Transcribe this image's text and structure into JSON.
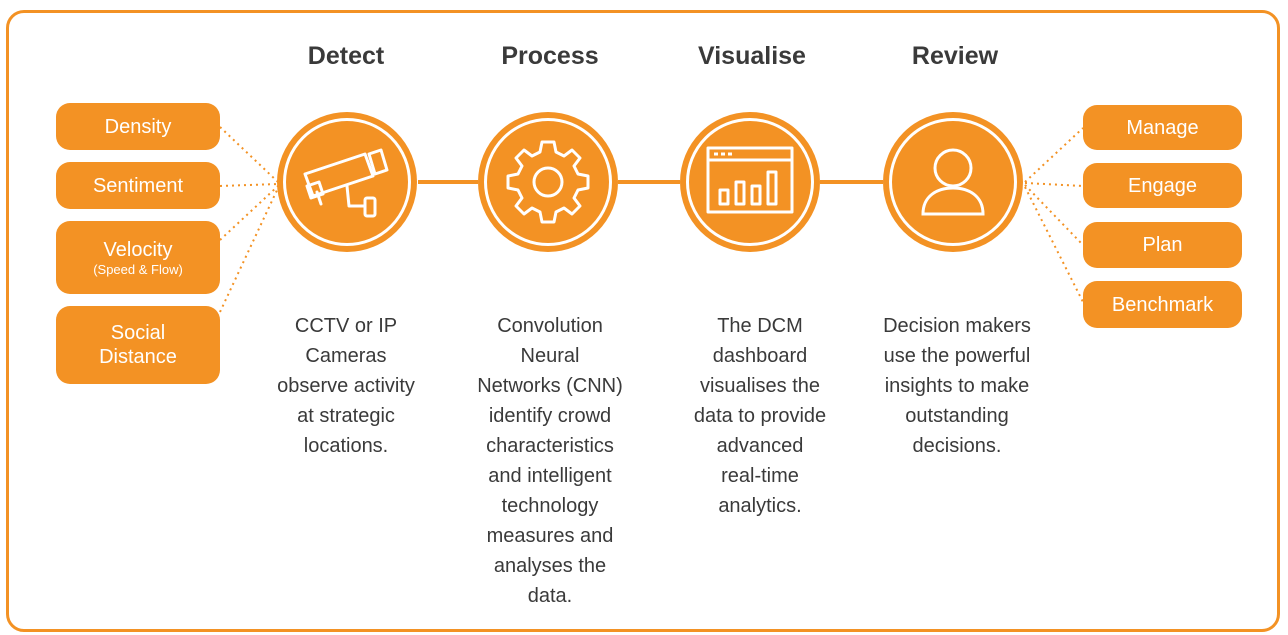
{
  "colors": {
    "accent": "#F39224",
    "text": "#3A3A3A",
    "background": "#FFFFFF"
  },
  "stages": [
    {
      "title": "Detect",
      "icon": "cctv-camera-icon",
      "description": [
        "CCTV or IP",
        "Cameras",
        "observe activity",
        "at strategic",
        "locations."
      ]
    },
    {
      "title": "Process",
      "icon": "gear-icon",
      "description": [
        "Convolution",
        "Neural",
        "Networks (CNN)",
        "identify crowd",
        "characteristics",
        "and intelligent",
        "technology",
        "measures and",
        "analyses the",
        "data."
      ]
    },
    {
      "title": "Visualise",
      "icon": "dashboard-chart-icon",
      "description": [
        "The DCM",
        "dashboard",
        "visualises the",
        "data to provide",
        "advanced",
        "real-time",
        "analytics."
      ]
    },
    {
      "title": "Review",
      "icon": "user-icon",
      "description": [
        "Decision makers",
        "use the powerful",
        "insights to make",
        "outstanding",
        "decisions."
      ]
    }
  ],
  "inputs": [
    {
      "label": "Density"
    },
    {
      "label": "Sentiment"
    },
    {
      "label": "Velocity",
      "sublabel": "(Speed & Flow)"
    },
    {
      "label": "Social",
      "label2": "Distance"
    }
  ],
  "outputs": [
    {
      "label": "Manage"
    },
    {
      "label": "Engage"
    },
    {
      "label": "Plan"
    },
    {
      "label": "Benchmark"
    }
  ]
}
